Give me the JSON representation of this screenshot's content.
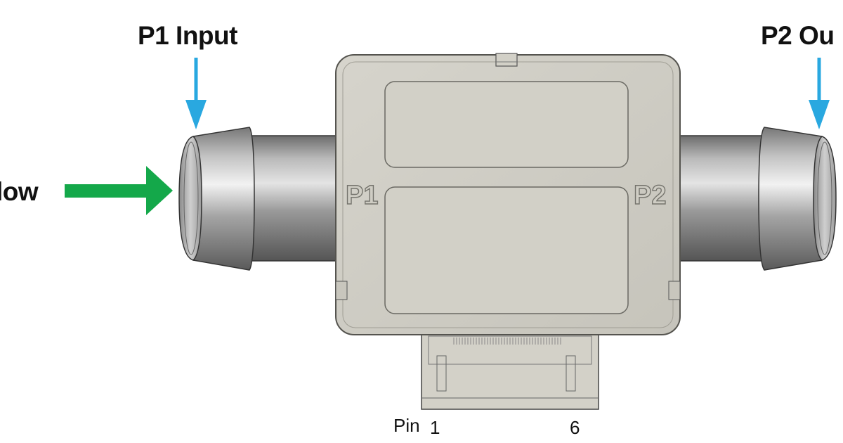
{
  "labels": {
    "p1_input": "P1 Input",
    "p2_output": "P2 Ou",
    "flow": "low",
    "port_p1": "P1",
    "port_p2": "P2",
    "pin_word": "Pin",
    "pin_first": "1",
    "pin_last": "6"
  },
  "colors": {
    "pressure_arrow": "#29a8e0",
    "flow_arrow": "#14a84a",
    "body": "#cfcdc4",
    "body_outline": "#5a5a56"
  }
}
